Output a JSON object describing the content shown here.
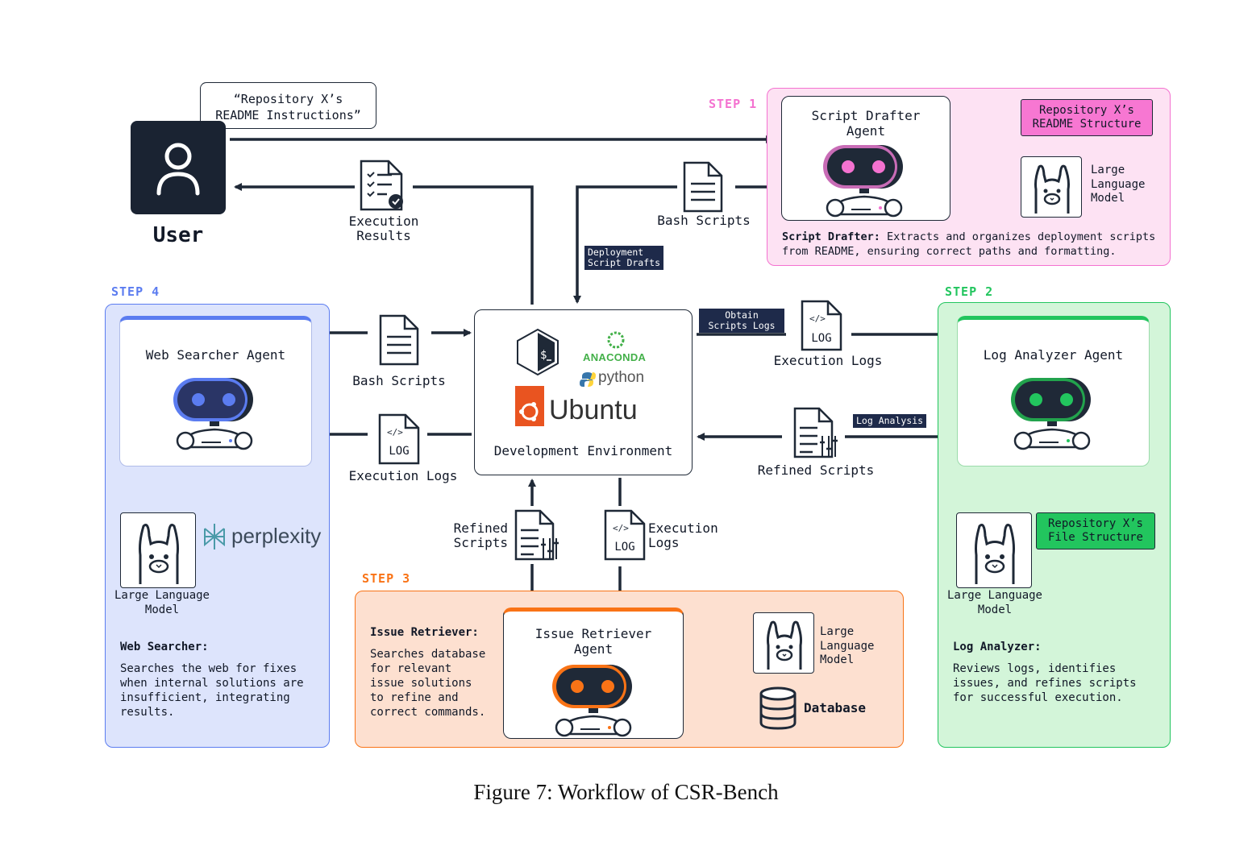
{
  "user": {
    "label": "User",
    "speech": "“Repository X’s\nREADME Instructions”"
  },
  "flow_labels": {
    "execution_results": "Execution\nResults",
    "bash_scripts_top": "Bash Scripts",
    "deployment_drafts": "Deployment\nScript Drafts",
    "obtain_logs": "Obtain\nScripts Logs",
    "execution_logs_right": "Execution Logs",
    "log_analysis": "Log Analysis",
    "refined_scripts_right": "Refined Scripts",
    "bash_scripts_left": "Bash Scripts",
    "execution_logs_left": "Execution Logs",
    "refined_scripts_bottom": "Refined\nScripts",
    "execution_logs_bottom": "Execution\nLogs",
    "log_icon_text": "LOG"
  },
  "environment": {
    "title": "Development Environment",
    "anaconda": "ANACONDA",
    "python": "python",
    "ubuntu": "Ubuntu"
  },
  "step1": {
    "label": "STEP 1",
    "agent": "Script Drafter\nAgent",
    "tag": "Repository X’s\nREADME Structure",
    "llm": "Large\nLanguage\nModel",
    "desc_head": "Script Drafter:",
    "desc_body": " Extracts and organizes deployment scripts\nfrom README, ensuring correct paths and formatting."
  },
  "step2": {
    "label": "STEP 2",
    "agent": "Log Analyzer Agent",
    "tag": "Repository X’s\nFile Structure",
    "llm": "Large Language\nModel",
    "desc_head": "Log Analyzer:",
    "desc_body": "Reviews logs, identifies\nissues, and refines scripts\nfor successful execution."
  },
  "step3": {
    "label": "STEP 3",
    "agent": "Issue Retriever\nAgent",
    "desc_head": "Issue Retriever:",
    "desc_body": "Searches database\nfor relevant\nissue solutions\nto refine and\ncorrect commands.",
    "llm": "Large\nLanguage\nModel",
    "database": "Database"
  },
  "step4": {
    "label": "STEP 4",
    "agent": "Web Searcher Agent",
    "perplexity": "perplexity",
    "llm": "Large Language\nModel",
    "desc_head": "Web Searcher:",
    "desc_body": "Searches the web for fixes\nwhen internal solutions are\ninsufficient, integrating\nresults."
  },
  "caption": "Figure 7: Workflow of CSR-Bench",
  "colors": {
    "dark": "#1f2937",
    "navy": "#1e2a4a",
    "pink": "#f472d0",
    "pink_fill": "#fde2f3",
    "green": "#22c55e",
    "green_fill": "#d3f5d9",
    "orange": "#f97316",
    "orange_fill": "#fde0d0",
    "blue": "#5b7cf0",
    "blue_fill": "#dde4fc"
  }
}
